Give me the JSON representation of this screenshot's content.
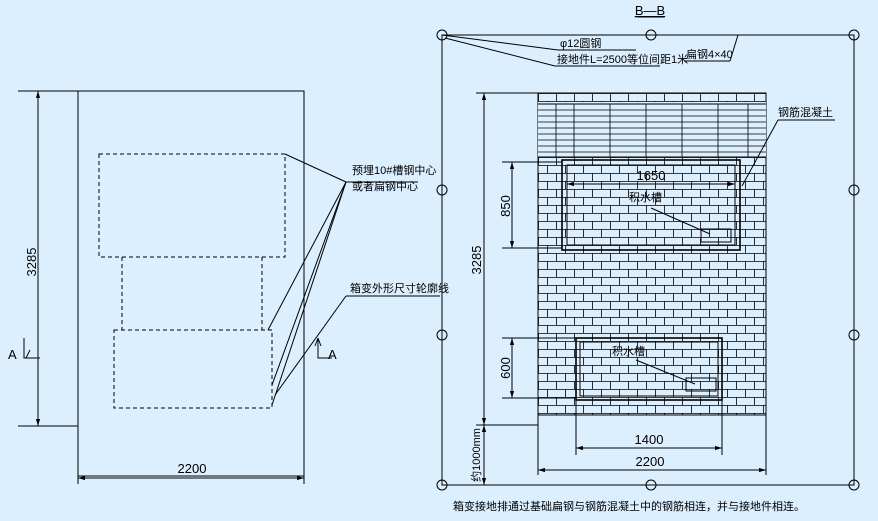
{
  "plan": {
    "dim_height": "3285",
    "dim_width": "2200",
    "label_embed_line1": "预埋10#槽钢中心",
    "label_embed_line2": "或者扁钢中心",
    "label_outline": "箱变外形尺寸轮廓线",
    "section_mark_left": "A",
    "section_mark_right": "A"
  },
  "section": {
    "title": "B—B",
    "label_rod": "φ12圆钢",
    "label_ground_piece": "接地件L=2500等位间距1米",
    "label_flat_steel": "扁钢4×40",
    "label_concrete": "钢筋混凝土",
    "dim_upper_width": "1650",
    "dim_upper_height": "850",
    "label_upper_sump": "积水槽",
    "dim_total_height": "3285",
    "dim_lower_height": "600",
    "label_lower_sump": "积水槽",
    "dim_lower_width": "1400",
    "dim_total_width": "2200",
    "dim_spacing": "约1000mm",
    "note": "箱变接地排通过基础扁钢与钢筋混凝土中的钢筋相连，并与接地件相连。"
  }
}
